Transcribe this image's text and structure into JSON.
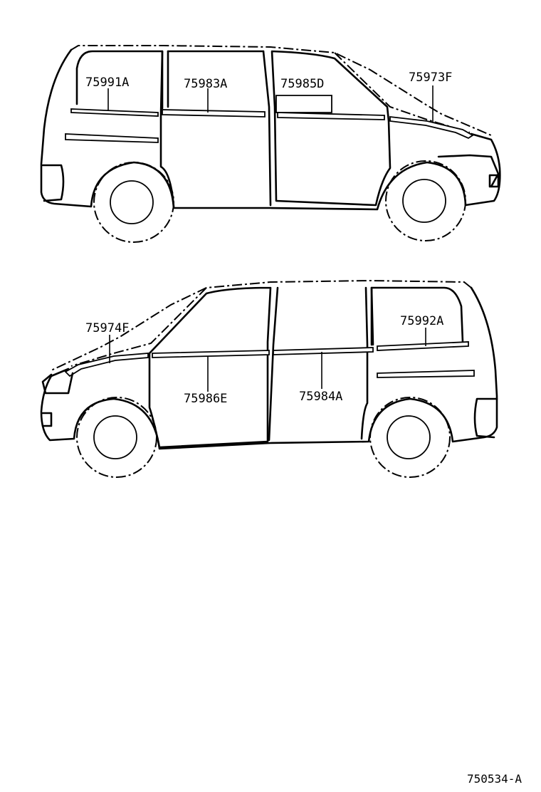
{
  "diagram_code": "750534-A",
  "parts": {
    "upper_rear_window_molding": "75991A",
    "upper_sliding_door_molding": "75983A",
    "upper_front_door_molding": "75985D",
    "upper_windshield_molding": "75973F",
    "lower_windshield_molding": "75974F",
    "lower_rear_window_molding": "75992A",
    "lower_front_door_molding": "75986E",
    "lower_sliding_door_molding": "75984A"
  }
}
